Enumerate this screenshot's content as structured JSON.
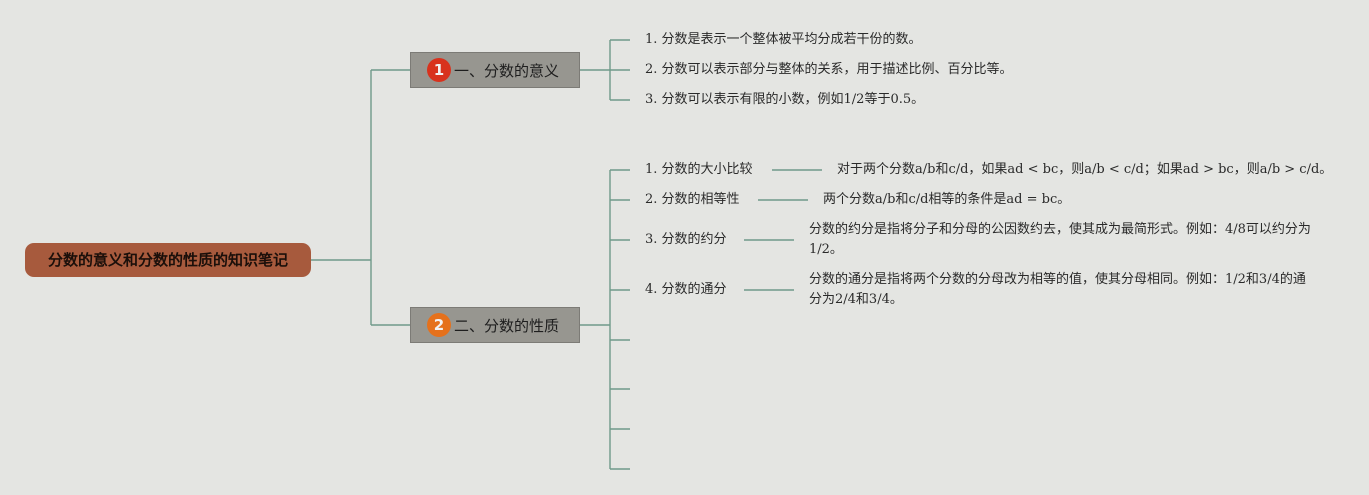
{
  "root": {
    "title": "分数的意义和分数的性质的知识笔记"
  },
  "branches": [
    {
      "badge": "1",
      "badge_color": "#d8321d",
      "label": "一、分数的意义",
      "items": [
        {
          "text": "1. 分数是表示一个整体被平均分成若干份的数。"
        },
        {
          "text": "2. 分数可以表示部分与整体的关系，用于描述比例、百分比等。"
        },
        {
          "text": "3. 分数可以表示有限的小数，例如1/2等于0.5。"
        }
      ]
    },
    {
      "badge": "2",
      "badge_color": "#e5711c",
      "label": "二、分数的性质",
      "items": [
        {
          "text": "1. 分数的大小比较",
          "detail": "对于两个分数a/b和c/d，如果ad < bc，则a/b < c/d；如果ad > bc，则a/b > c/d。"
        },
        {
          "text": "2. 分数的相等性",
          "detail": "两个分数a/b和c/d相等的条件是ad = bc。"
        },
        {
          "text": "3. 分数的约分",
          "detail": "分数的约分是指将分子和分母的公因数约去，使其成为最简形式。例如：4/8可以约分为1/2。"
        },
        {
          "text": "4. 分数的通分",
          "detail": "分数的通分是指将两个分数的分母改为相等的值，使其分母相同。例如：1/2和3/4的通分为2/4和3/4。"
        }
      ]
    }
  ],
  "colors": {
    "background": "#e4e5e2",
    "root_fill": "#a75a3d",
    "branch_fill": "#979690",
    "connector": "#6f9a8a"
  }
}
